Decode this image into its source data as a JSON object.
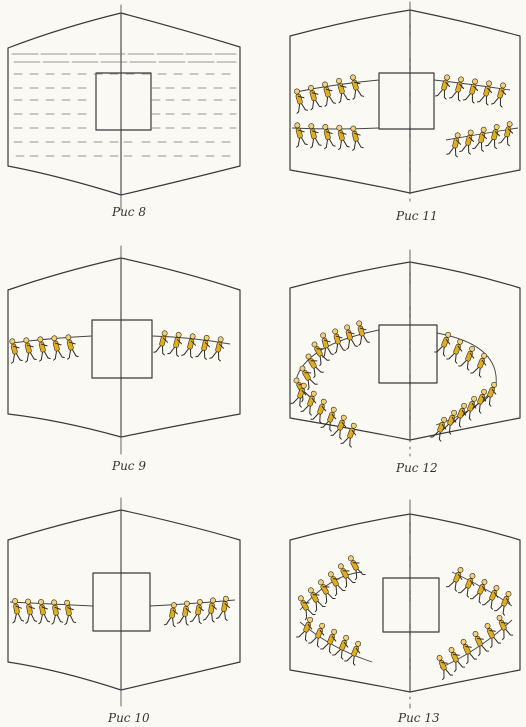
{
  "figures": [
    {
      "id": "fig-8",
      "caption": "Рис 8",
      "scene": "water"
    },
    {
      "id": "fig-9",
      "caption": "Рис 9",
      "scene": "two-teams"
    },
    {
      "id": "fig-10",
      "caption": "Рис 10",
      "scene": "two-teams-low"
    },
    {
      "id": "fig-11",
      "caption": "Рис 11",
      "scene": "four-teams"
    },
    {
      "id": "fig-12",
      "caption": "Рис 12",
      "scene": "ring"
    },
    {
      "id": "fig-13",
      "caption": "Рис 13",
      "scene": "diamond"
    }
  ],
  "colors": {
    "figure_fill": "#e2ad1d",
    "ink": "#3a3a3a",
    "paper": "#fbf9f4"
  }
}
